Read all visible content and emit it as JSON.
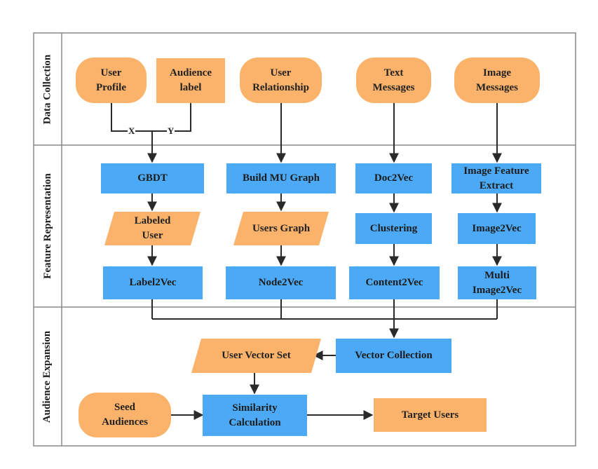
{
  "lanes": {
    "data_collection": "Data Collection",
    "feature_representation": "Feature Representation",
    "audience_expansion": "Audience Expansion"
  },
  "nodes": {
    "user_profile": "User\nProfile",
    "audience_label": "Audience\nlabel",
    "user_relationship": "User\nRelationship",
    "text_messages": "Text\nMessages",
    "image_messages": "Image\nMessages",
    "gbdt": "GBDT",
    "build_mu_graph": "Build MU Graph",
    "doc2vec": "Doc2Vec",
    "image_feature_extract": "Image Feature\nExtract",
    "labeled_user": "Labeled\nUser",
    "users_graph": "Users Graph",
    "clustering": "Clustering",
    "image2vec": "Image2Vec",
    "label2vec": "Label2Vec",
    "node2vec": "Node2Vec",
    "content2vec": "Content2Vec",
    "multi_image2vec": "Multi\nImage2Vec",
    "vector_collection": "Vector Collection",
    "user_vector_set": "User Vector Set",
    "seed_audiences": "Seed\nAudiences",
    "similarity_calculation": "Similarity\nCalculation",
    "target_users": "Target Users"
  },
  "edge_labels": {
    "x": "X",
    "y": "Y"
  },
  "colors": {
    "orange": "#fbb26a",
    "blue": "#4ca9f5",
    "line": "#2a2a2a",
    "frame": "#888888"
  }
}
